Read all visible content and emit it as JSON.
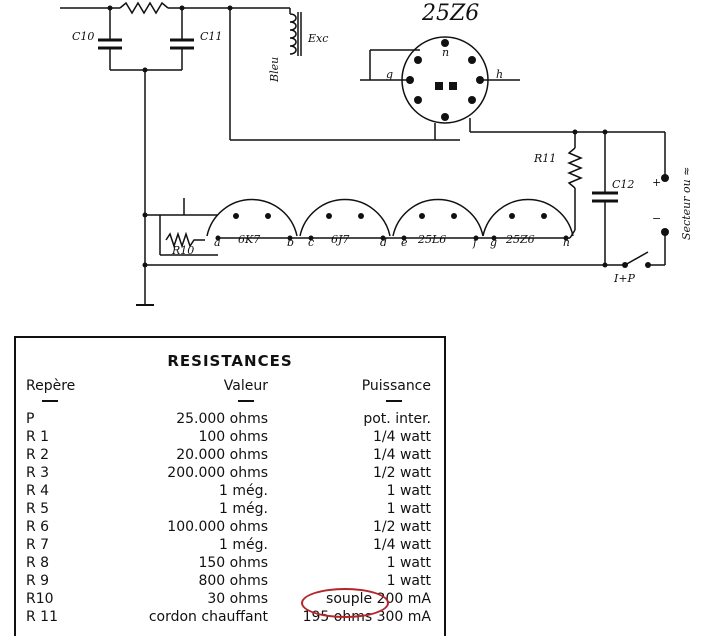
{
  "schematic": {
    "tube_title": "25Z6",
    "labels": {
      "c10": "C10",
      "c11": "C11",
      "exc": "Exc",
      "bleu": "Bleu",
      "r11": "R11",
      "c12": "C12",
      "r10": "R10",
      "secteur": "Secteur ou ≈",
      "ip": "I+P",
      "plus": "+",
      "minus": "−",
      "pin_g": "g",
      "pin_h": "h",
      "pin_n": "n"
    },
    "heaters": [
      {
        "name": "6K7",
        "left_pin": "a",
        "right_pin": "b"
      },
      {
        "name": "6J7",
        "left_pin": "c",
        "right_pin": "d"
      },
      {
        "name": "25L6",
        "left_pin": "e",
        "right_pin": "f"
      },
      {
        "name": "25Z6",
        "left_pin": "g",
        "right_pin": "h"
      }
    ]
  },
  "table": {
    "title": "RESISTANCES",
    "headers": {
      "repere": "Repère",
      "valeur": "Valeur",
      "puissance": "Puissance"
    },
    "rows": [
      {
        "repere": "P",
        "valeur": "25.000 ohms",
        "puissance": "pot. inter."
      },
      {
        "repere": "R 1",
        "valeur": "100 ohms",
        "puissance": "1/4 watt"
      },
      {
        "repere": "R 2",
        "valeur": "20.000 ohms",
        "puissance": "1/4 watt"
      },
      {
        "repere": "R 3",
        "valeur": "200.000 ohms",
        "puissance": "1/2 watt"
      },
      {
        "repere": "R 4",
        "valeur": "1 még.",
        "puissance": "1 watt"
      },
      {
        "repere": "R 5",
        "valeur": "1 még.",
        "puissance": "1 watt"
      },
      {
        "repere": "R 6",
        "valeur": "100.000 ohms",
        "puissance": "1/2 watt"
      },
      {
        "repere": "R 7",
        "valeur": "1 még.",
        "puissance": "1/4 watt"
      },
      {
        "repere": "R 8",
        "valeur": "150 ohms",
        "puissance": "1 watt"
      },
      {
        "repere": "R 9",
        "valeur": "800 ohms",
        "puissance": "1 watt"
      },
      {
        "repere": "R10",
        "valeur": "30 ohms",
        "puissance": "souple 200 mA"
      },
      {
        "repere": "R 11",
        "valeur": "cordon chauffant",
        "puissance": "195 ohms 300 mA"
      }
    ]
  }
}
